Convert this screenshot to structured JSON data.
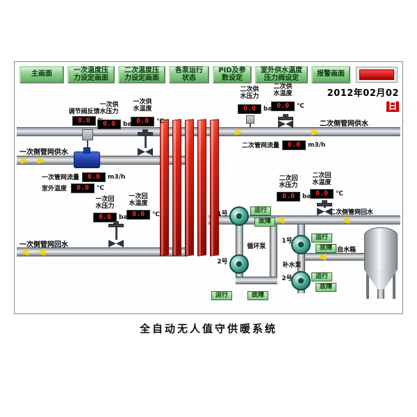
{
  "caption": "全自动无人值守供暖系统",
  "date": {
    "main": "2012年02月02",
    "suffix": "日"
  },
  "toolbar": {
    "buttons": [
      {
        "label": "主画面"
      },
      {
        "label": "一次温度压力设定画面"
      },
      {
        "label": "二次温度压力设定画面"
      },
      {
        "label": "各泵运行状态"
      },
      {
        "label": "PID及参数设定"
      },
      {
        "label": "室外供水温度压力阀设定"
      },
      {
        "label": "报警画面"
      }
    ]
  },
  "displays": {
    "valve_feedback": {
      "label": "调节阀反馈",
      "value": "0.0",
      "unit": "%"
    },
    "primary_supply_pressure": {
      "label": "一次供水压力",
      "value": "0.0",
      "unit": "bar"
    },
    "primary_supply_temp": {
      "label": "一次供水温度",
      "value": "0.0",
      "unit": "℃"
    },
    "secondary_supply_pressure": {
      "label": "二次供水压力",
      "value": "0.0",
      "unit": "bar"
    },
    "secondary_supply_temp": {
      "label": "二次供水温度",
      "value": "0.0",
      "unit": "℃"
    },
    "secondary_flow": {
      "label": "二次管网流量",
      "value": "0.0",
      "unit": "m3/h"
    },
    "primary_flow": {
      "label": "一次管网流量",
      "value": "0.0",
      "unit": "m3/h"
    },
    "outdoor_temp": {
      "label": "室外温度",
      "value": "0.0",
      "unit": "℃"
    },
    "primary_return_pressure": {
      "label": "一次回水压力",
      "value": "0.0",
      "unit": "bar"
    },
    "primary_return_temp": {
      "label": "一次回水温度",
      "value": "0.0",
      "unit": "℃"
    },
    "secondary_return_pressure": {
      "label": "二次回水压力",
      "value": "0.0",
      "unit": "bar"
    },
    "secondary_return_temp": {
      "label": "二次回水温度",
      "value": "0.0",
      "unit": "℃"
    }
  },
  "pipes": {
    "secondary_supply": "二次侧管网供水",
    "primary_supply": "一次侧管网供水",
    "primary_return": "一次侧管网回水",
    "secondary_return": "二次侧管网回水",
    "from_tank": "来自水箱"
  },
  "pumps": {
    "circulation": {
      "group": "循环泵",
      "p1": "1号",
      "p2": "2号",
      "run": "运行",
      "fault": "故障"
    },
    "makeup": {
      "group": "补水泵",
      "p1": "1号",
      "p2": "2号",
      "run": "运行",
      "fault": "故障"
    }
  }
}
